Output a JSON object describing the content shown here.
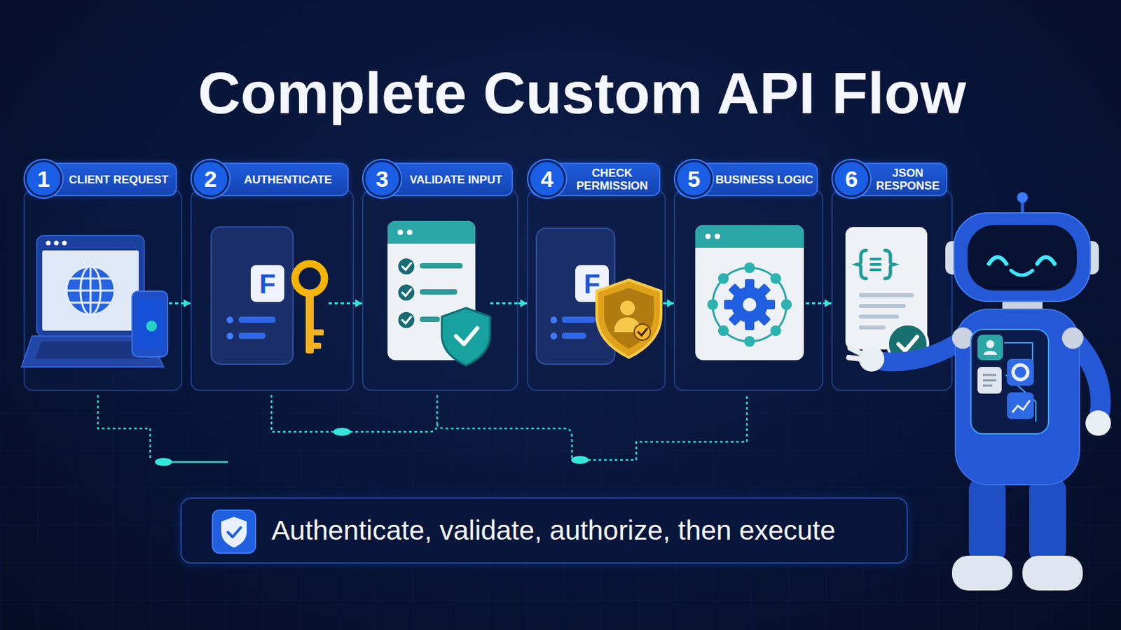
{
  "diagram": {
    "title": "Complete Custom API Flow",
    "nodes": [
      {
        "text": [
          "1",
          "CLIENT REQUEST"
        ]
      },
      {
        "text": [
          "2",
          "AUTHENTICATE"
        ]
      },
      {
        "text": [
          "3",
          "VALIDATE INPUT"
        ]
      },
      {
        "text": [
          "4",
          "CHECK PERMISSION"
        ]
      },
      {
        "text": [
          "5",
          "BUSINESS LOGIC"
        ]
      },
      {
        "text": [
          "6",
          "JSON RESPONSE"
        ]
      },
      {
        "text": [
          "Authenticate, validate, authorize, then execute"
        ]
      }
    ],
    "edges": [
      {
        "from": 0,
        "to": 1,
        "arrow": "to"
      },
      {
        "from": 1,
        "to": 2,
        "arrow": "to"
      },
      {
        "from": 2,
        "to": 3,
        "arrow": "to"
      },
      {
        "from": 3,
        "to": 4,
        "arrow": "to"
      },
      {
        "from": 4,
        "to": 5,
        "arrow": "to"
      }
    ],
    "labels": [
      "F",
      "F"
    ]
  }
}
